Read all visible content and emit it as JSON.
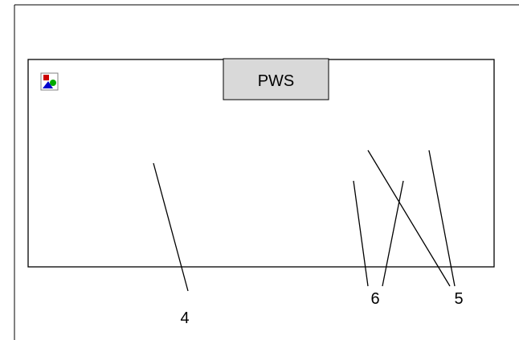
{
  "figure": {
    "box_label": "PWS",
    "callouts": [
      {
        "label": "4"
      },
      {
        "label": "6"
      },
      {
        "label": "5"
      }
    ],
    "icon": "broken-image-icon"
  },
  "colors": {
    "line": "#000000",
    "background": "#ffffff",
    "label_fill": "#d9d9d9"
  }
}
